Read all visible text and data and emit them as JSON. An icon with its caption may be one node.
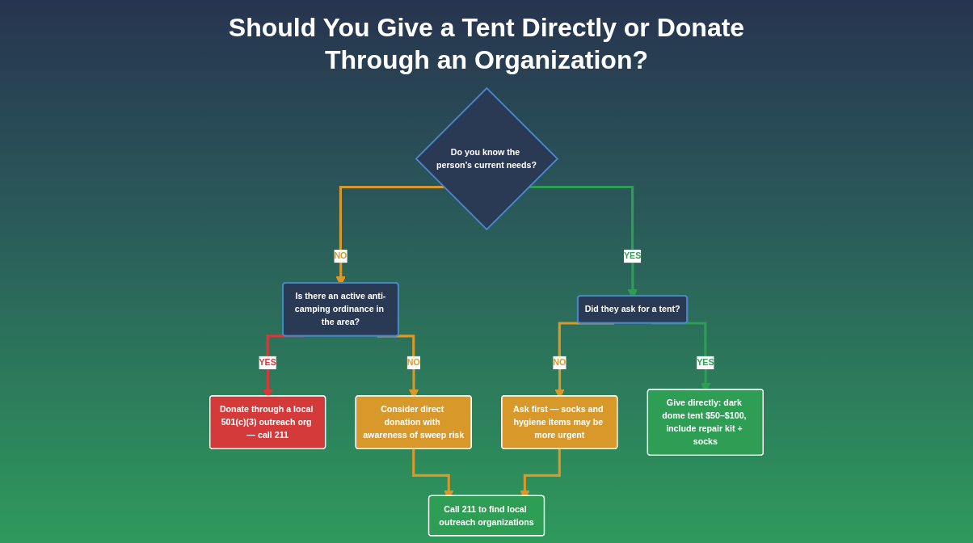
{
  "diagram": {
    "title": "Should You Give a Tent Directly or Donate Through an Organization?",
    "nodes": [
      {
        "text": [
          "Do you know the person’s current needs?"
        ]
      },
      {
        "text": [
          "Is there an active anti-camping ordinance in the area?"
        ]
      },
      {
        "text": [
          "Did they ask for a tent?"
        ]
      },
      {
        "text": [
          "Donate through a local 501(c)(3) outreach org — call 211"
        ]
      },
      {
        "text": [
          "Consider direct donation with awareness of sweep risk"
        ]
      },
      {
        "text": [
          "Ask first — socks and hygiene items may be more urgent"
        ]
      },
      {
        "text": [
          "Give directly: dark dome tent $50–$100, include repair kit + socks"
        ]
      },
      {
        "text": [
          "Call 211 to find local outreach organizations"
        ]
      }
    ],
    "edges": [
      {
        "from": 0,
        "to": 1,
        "arrow": "to",
        "label": "NO"
      },
      {
        "from": 0,
        "to": 2,
        "arrow": "to",
        "label": "YES",
        "color": "#2f9e55"
      },
      {
        "from": 1,
        "to": 3,
        "arrow": "to",
        "label": "YES",
        "color": "#d8383a"
      },
      {
        "from": 1,
        "to": 4,
        "arrow": "to",
        "label": "NO"
      },
      {
        "from": 2,
        "to": 5,
        "arrow": "to",
        "label": "NO"
      },
      {
        "from": 2,
        "to": 6,
        "arrow": "to",
        "label": "YES",
        "color": "#2f9e55"
      },
      {
        "from": 4,
        "to": 7,
        "arrow": "to"
      },
      {
        "from": 5,
        "to": 7,
        "arrow": "to"
      }
    ]
  }
}
